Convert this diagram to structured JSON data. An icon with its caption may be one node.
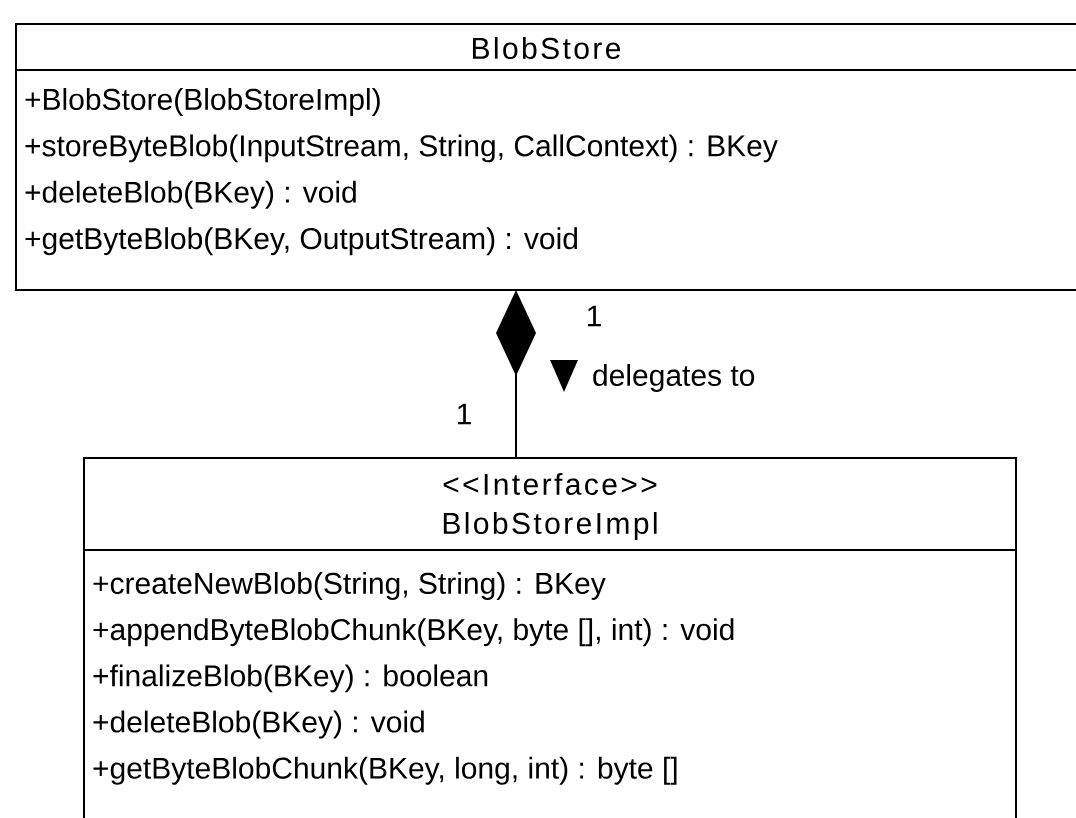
{
  "diagram": {
    "nodes": [
      {
        "text": [
          "BlobStore",
          "+BlobStore(BlobStoreImpl)",
          "+storeByteBlob(InputStream, String, CallContext) : BKey",
          "+deleteBlob(BKey) : void",
          "+getByteBlob(BKey, OutputStream) : void"
        ]
      },
      {
        "text": [
          "<<Interface>>",
          "BlobStoreImpl",
          "+createNewBlob(String, String) : BKey",
          "+appendByteBlobChunk(BKey, byte [], int) : void",
          "+finalizeBlob(BKey) : boolean",
          "+deleteBlob(BKey) : void",
          "+getByteBlobChunk(BKey, long, int) : byte []"
        ]
      }
    ],
    "edges": [
      {
        "from": 0,
        "to": 1,
        "arrow": "other",
        "label": "delegates to"
      }
    ],
    "labels": [
      "1",
      "1"
    ]
  }
}
